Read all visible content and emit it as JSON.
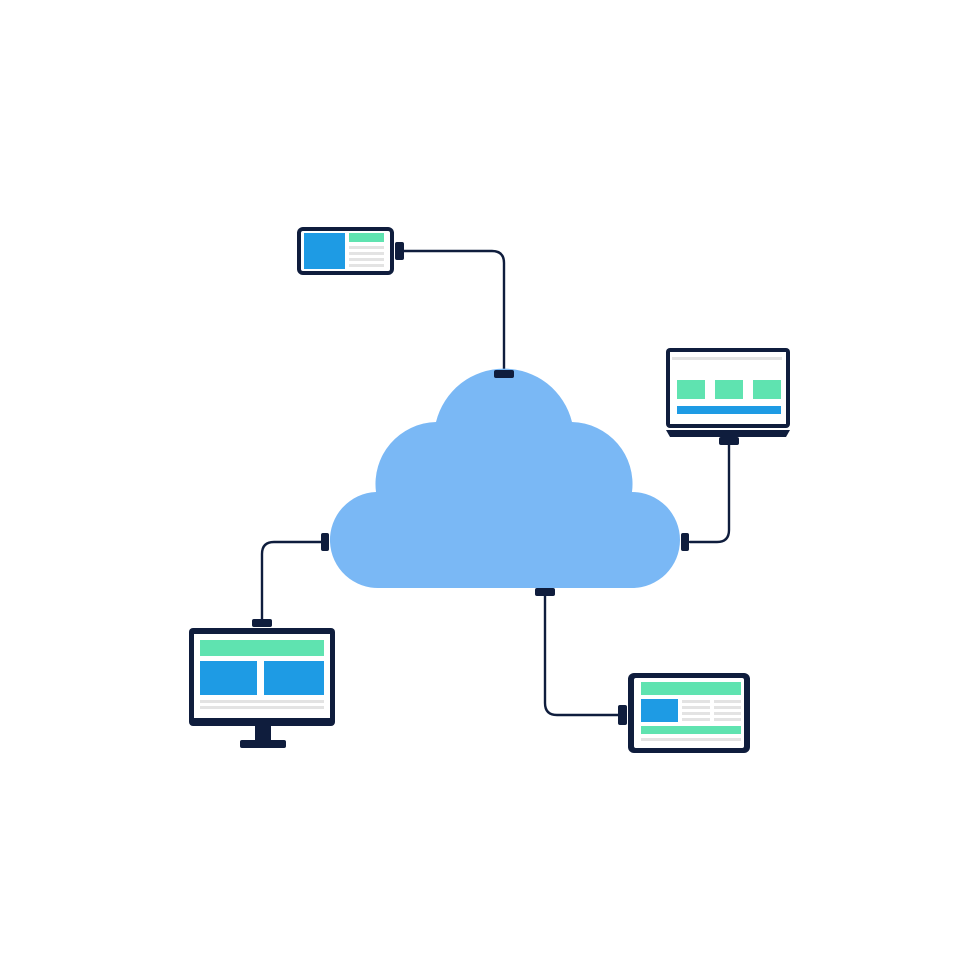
{
  "colors": {
    "background": "#ffffff",
    "cloud": "#7ab8f5",
    "outline": "#0f1d3d",
    "cable": "#0f1d3d",
    "screen": "#ffffff",
    "block_blue": "#1e9be4",
    "block_green": "#5fe3b0",
    "text_line": "#e3e3e3"
  },
  "nodes": [
    {
      "name": "cloud",
      "icon": "cloud-icon"
    },
    {
      "name": "phone",
      "icon": "smartphone-icon"
    },
    {
      "name": "laptop",
      "icon": "laptop-icon"
    },
    {
      "name": "desktop",
      "icon": "desktop-monitor-icon"
    },
    {
      "name": "tablet",
      "icon": "tablet-icon"
    }
  ],
  "connections": [
    {
      "from": "cloud",
      "to": "phone"
    },
    {
      "from": "cloud",
      "to": "laptop"
    },
    {
      "from": "cloud",
      "to": "desktop"
    },
    {
      "from": "cloud",
      "to": "tablet"
    }
  ]
}
